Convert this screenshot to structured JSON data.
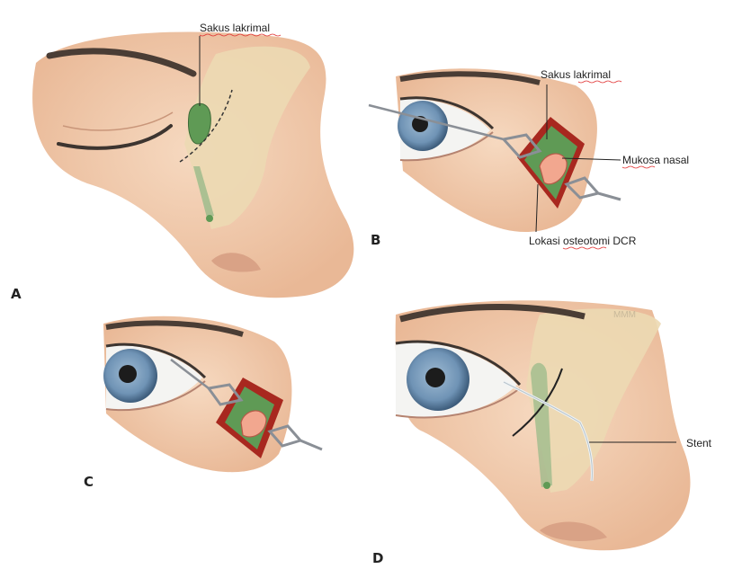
{
  "panels": {
    "a": {
      "letter": "A",
      "labels": {
        "lacrimal_sac": "Sakus lakrimal"
      }
    },
    "b": {
      "letter": "B",
      "labels": {
        "lacrimal_sac": "Sakus lakrimal",
        "nasal_mucosa": "Mukosa nasal",
        "osteotomy_site": "Lokasi osteotomi DCR"
      }
    },
    "c": {
      "letter": "C"
    },
    "d": {
      "letter": "D",
      "labels": {
        "stent": "Stent"
      },
      "watermark": "MMM"
    }
  },
  "colors": {
    "skin": "#f2cdb0",
    "bone": "#ecd9b2",
    "sac_green": "#5f9a55",
    "incision_red": "#a8281f",
    "iris": "#6f93b5",
    "instrument": "#8a8f96"
  }
}
